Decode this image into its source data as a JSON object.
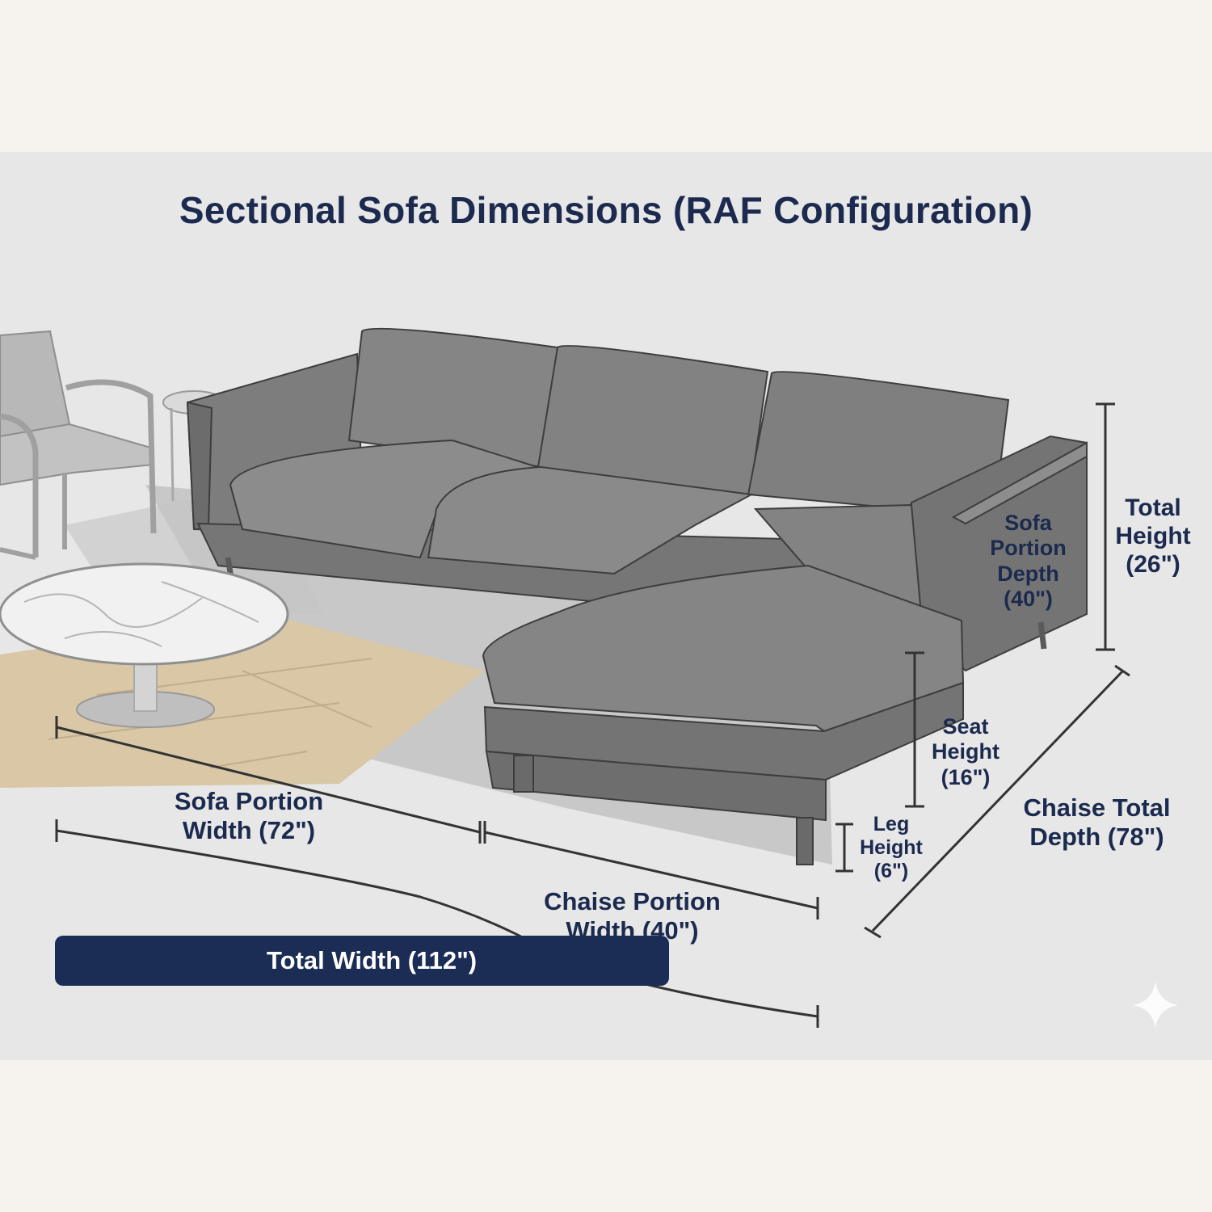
{
  "title": "Sectional Sofa Dimensions (RAF Configuration)",
  "labels": {
    "sofa_portion_depth": [
      "Sofa",
      "Portion",
      "Depth",
      "(40\")"
    ],
    "total_height": [
      "Total",
      "Height",
      "(26\")"
    ],
    "seat_height": [
      "Seat",
      "Height",
      "(16\")"
    ],
    "leg_height": [
      "Leg",
      "Height",
      "(6\")"
    ],
    "chaise_total_depth": [
      "Chaise Total",
      "Depth (78\")"
    ],
    "sofa_portion_width": [
      "Sofa Portion",
      "Width (72\")"
    ],
    "chaise_portion_width": [
      "Chaise Portion",
      "Width (40\")"
    ],
    "total_width": "Total Width (112\")"
  },
  "colors": {
    "panel": "#e7e7e7",
    "navy": "#1b2a4e",
    "sofa_fabric": "#7b7b7b",
    "floor_wood": "#d9c7a6"
  }
}
